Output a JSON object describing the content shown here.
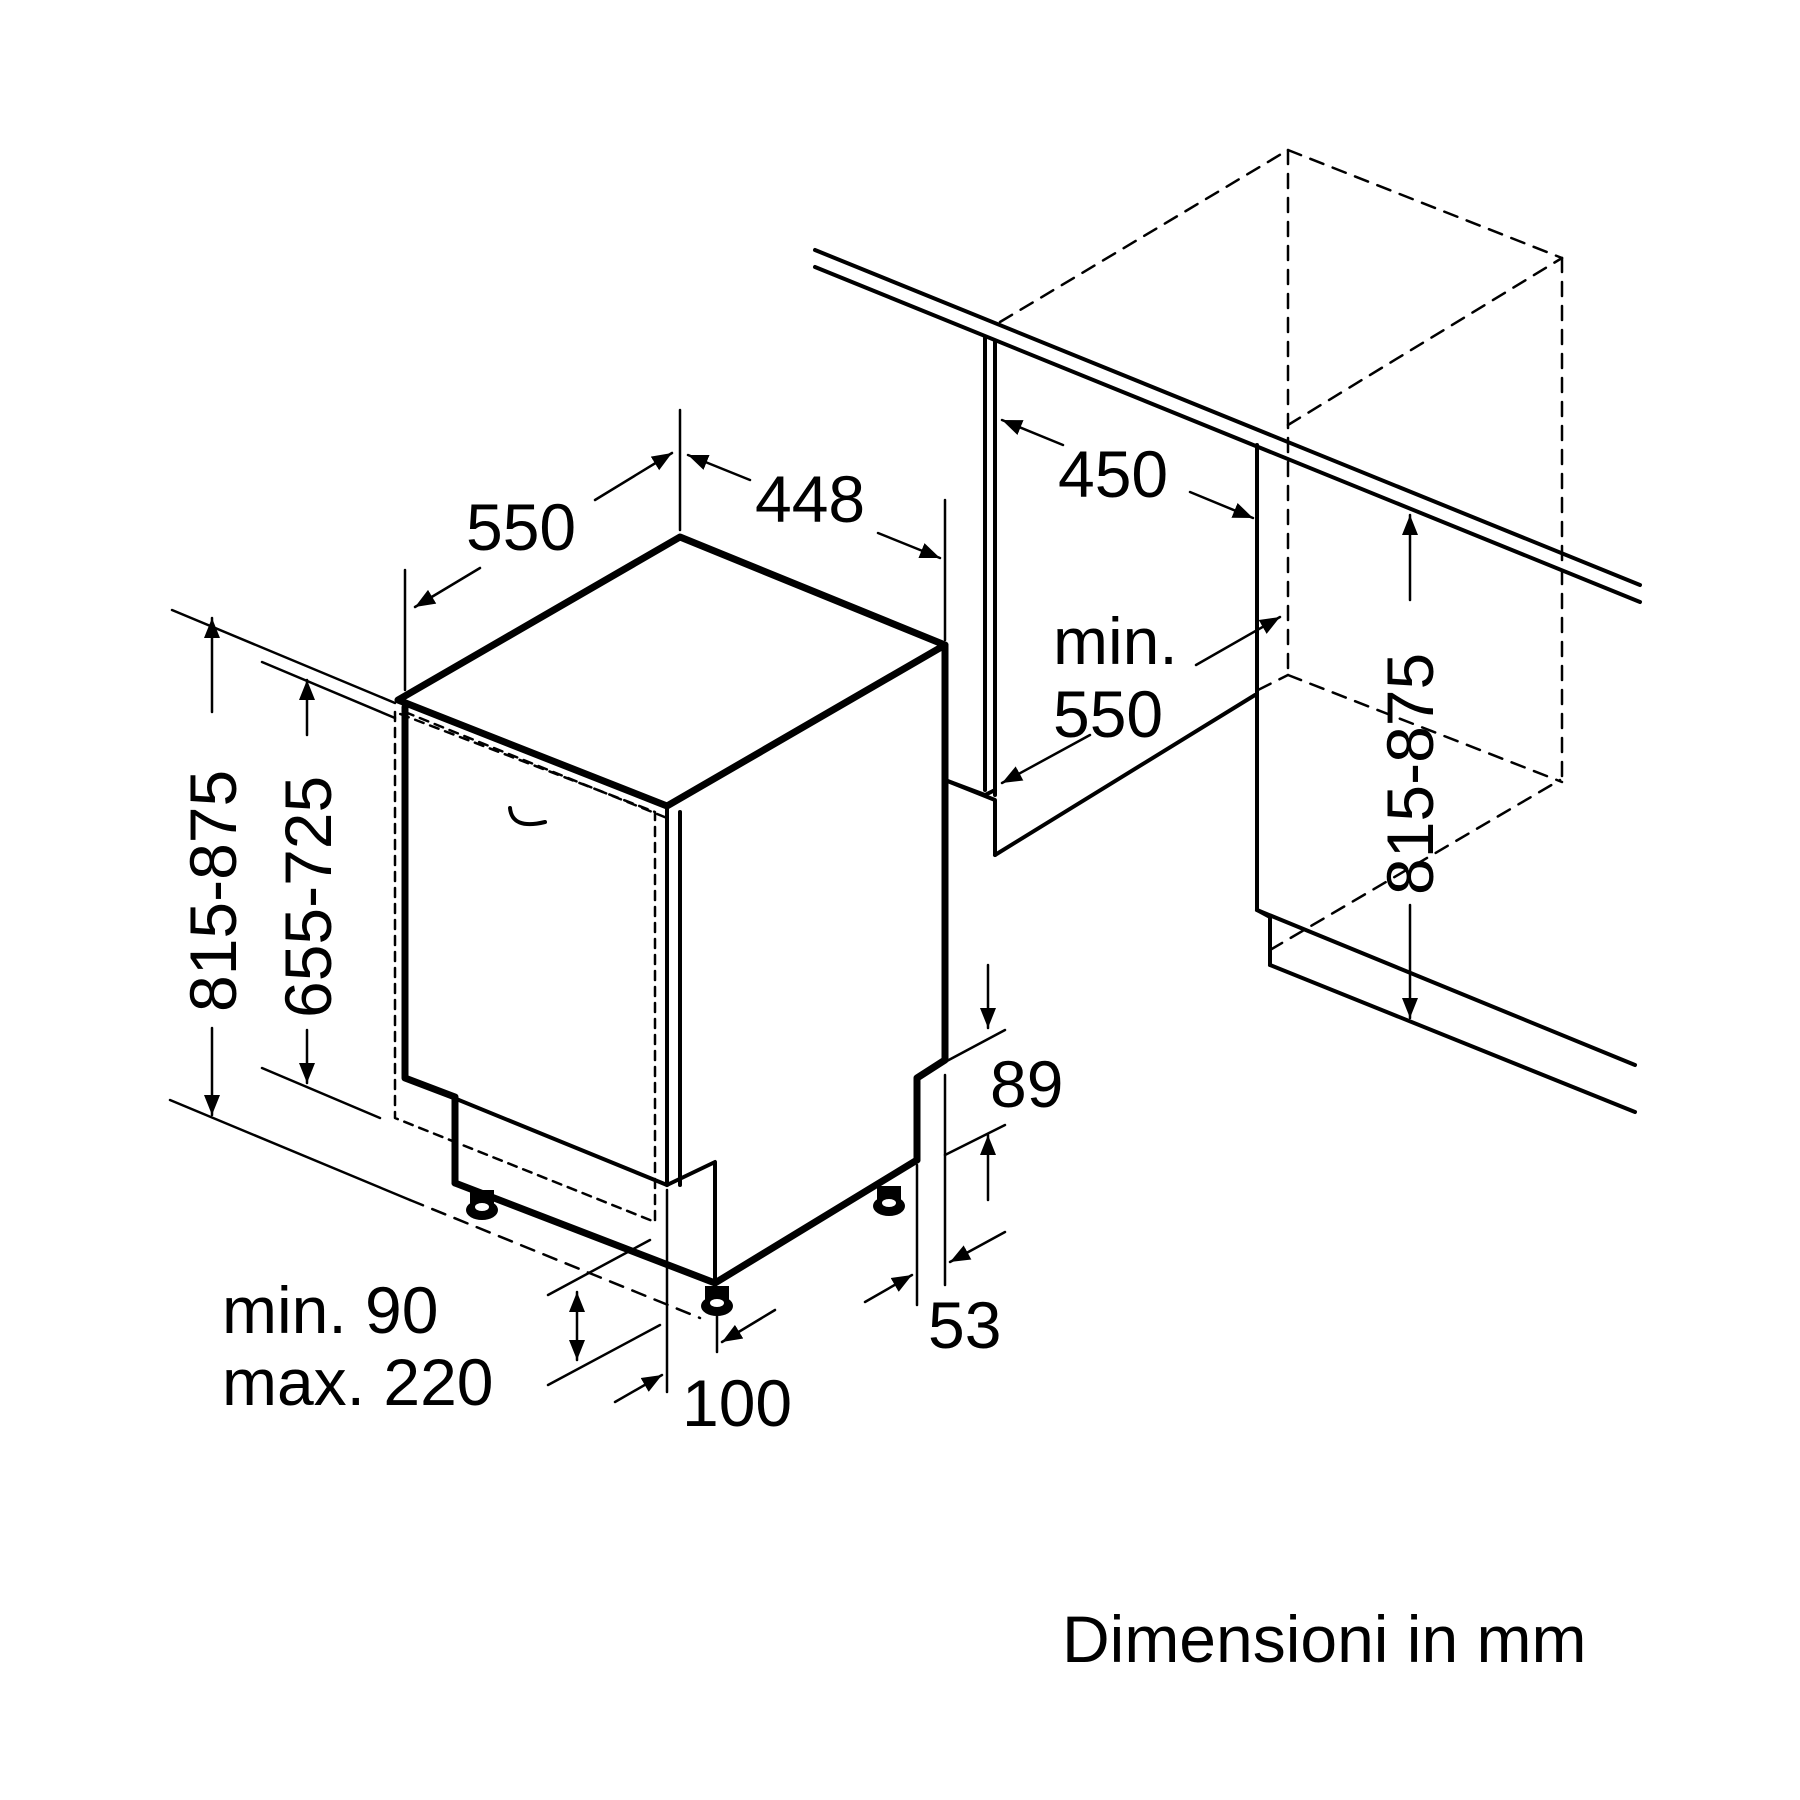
{
  "labels": {
    "depth_550": "550",
    "width_448": "448",
    "niche_width_450": "450",
    "niche_depth_min": "min.",
    "niche_depth_val": "550",
    "niche_height": "815-875",
    "overall_height": "815-875",
    "door_height": "655-725",
    "plinth_89": "89",
    "plinth_53": "53",
    "plinth_100": "100",
    "plinth_min": "min. 90",
    "plinth_max": "max. 220"
  },
  "caption": "Dimensioni in mm"
}
